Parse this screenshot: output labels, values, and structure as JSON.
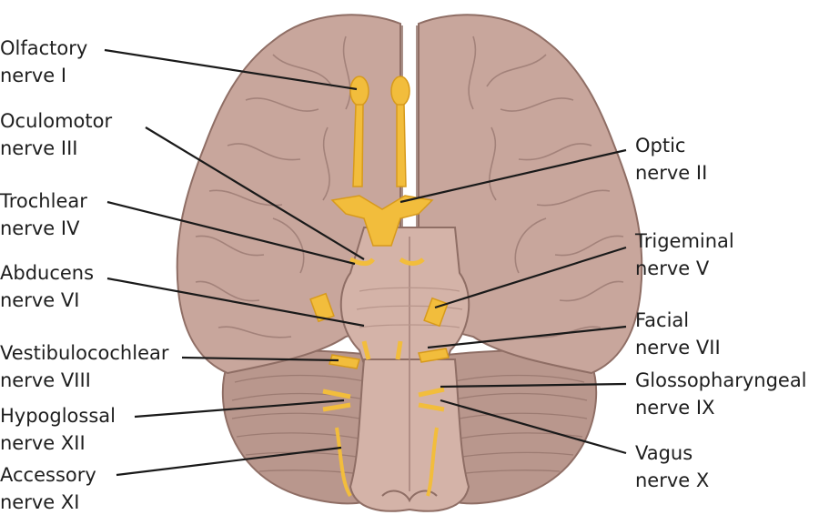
{
  "colors": {
    "brain": "#c8a69c",
    "brain_stroke": "#8f6e65",
    "cerebellum": "#b9978d",
    "nerve": "#f2bd3c",
    "nerve_stroke": "#d79a1c",
    "leader": "#1a1a1a"
  },
  "labels": {
    "olfactory": {
      "name": "Olfactory",
      "nerve": "nerve I"
    },
    "oculomotor": {
      "name": "Oculomotor",
      "nerve": "nerve III"
    },
    "trochlear": {
      "name": "Trochlear",
      "nerve": "nerve IV"
    },
    "abducens": {
      "name": "Abducens",
      "nerve": "nerve VI"
    },
    "vestibulo": {
      "name": "Vestibulocochlear",
      "nerve": "nerve VIII"
    },
    "hypoglossal": {
      "name": "Hypoglossal",
      "nerve": "nerve XII"
    },
    "accessory": {
      "name": "Accessory",
      "nerve": "nerve XI"
    },
    "optic": {
      "name": "Optic",
      "nerve": "nerve II"
    },
    "trigeminal": {
      "name": "Trigeminal",
      "nerve": "nerve V"
    },
    "facial": {
      "name": "Facial",
      "nerve": "nerve VII"
    },
    "glosso": {
      "name": "Glossopharyngeal",
      "nerve": "nerve IX"
    },
    "vagus": {
      "name": "Vagus",
      "nerve": "nerve X"
    }
  }
}
